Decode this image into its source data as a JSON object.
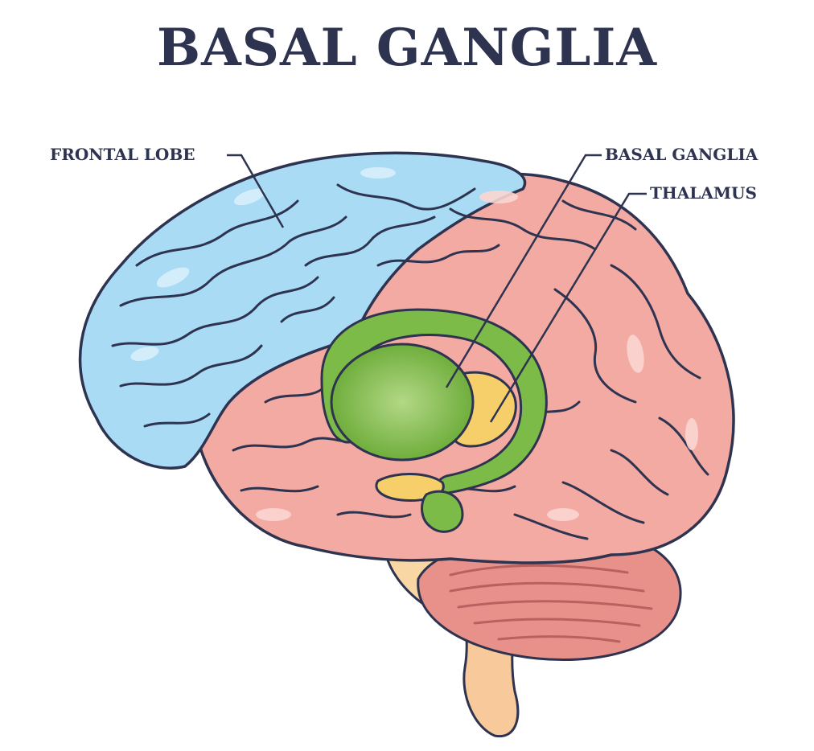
{
  "title": "BASAL GANGLIA",
  "labels": {
    "frontal_lobe": "FRONTAL LOBE",
    "basal_ganglia": "BASAL GANGLIA",
    "thalamus": "THALAMUS"
  },
  "colors": {
    "outline": "#2e3350",
    "frontal_lobe": "#a9dbf5",
    "brain": "#f2aaa3",
    "basal_ganglia": "#7cbb48",
    "thalamus": "#f6cf6b",
    "cerebellum": "#e8918b",
    "brainstem": "#f8c99a"
  }
}
